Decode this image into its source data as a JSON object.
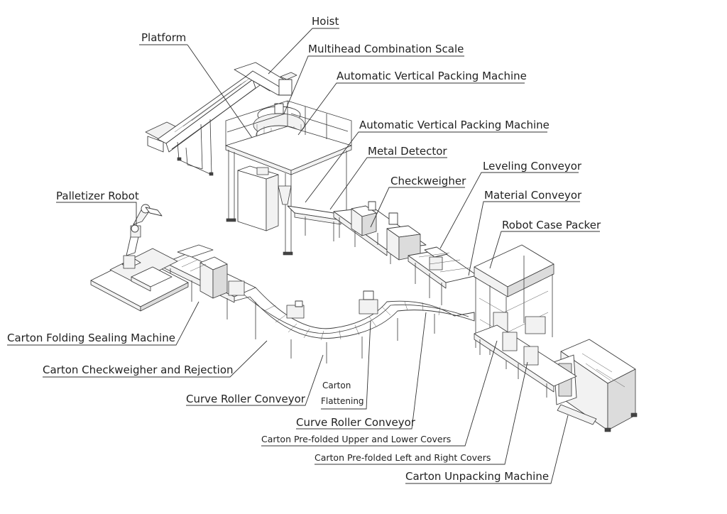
{
  "labels": {
    "hoist": "Hoist",
    "platform": "Platform",
    "multihead_scale": "Multihead Combination Scale",
    "vertical_packing_1": "Automatic Vertical Packing Machine",
    "vertical_packing_2": "Automatic Vertical Packing Machine",
    "metal_detector": "Metal Detector",
    "checkweigher": "Checkweigher",
    "leveling_conveyor": "Leveling Conveyor",
    "material_conveyor": "Material Conveyor",
    "robot_case_packer": "Robot Case Packer",
    "palletizer_robot": "Palletizer Robot",
    "carton_folding_sealing": "Carton Folding Sealing Machine",
    "carton_checkweigher_rejection": "Carton Checkweigher and Rejection",
    "curve_roller_conveyor_1": "Curve Roller Conveyor",
    "carton_flattening_line1": "Carton",
    "carton_flattening_line2": "Flattening",
    "curve_roller_conveyor_2": "Curve Roller Conveyor",
    "prefolded_upper_lower": "Carton Pre-folded Upper and Lower Covers",
    "prefolded_left_right": "Carton Pre-folded Left and Right Covers",
    "carton_unpacking": "Carton Unpacking Machine"
  }
}
